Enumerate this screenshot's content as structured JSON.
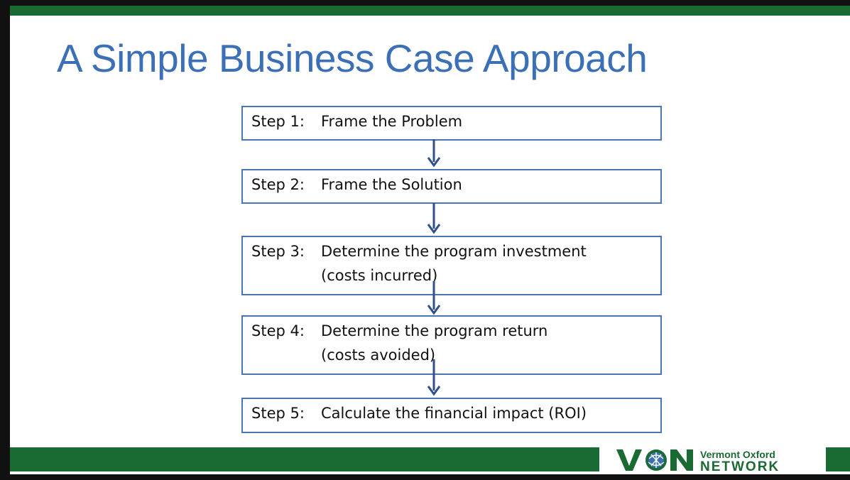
{
  "slide": {
    "title": "A Simple Business Case Approach"
  },
  "steps": [
    {
      "num": "Step 1:",
      "lines": [
        "Frame the Problem"
      ]
    },
    {
      "num": "Step 2:",
      "lines": [
        "Frame the Solution"
      ]
    },
    {
      "num": "Step 3:",
      "lines": [
        "Determine the program investment",
        "(costs incurred)"
      ]
    },
    {
      "num": "Step 4:",
      "lines": [
        "Determine the program return",
        "(costs avoided)"
      ]
    },
    {
      "num": "Step 5:",
      "lines": [
        "Calculate the financial impact (ROI)"
      ]
    }
  ],
  "logo": {
    "mark": "VON",
    "top_line": "Vermont Oxford",
    "bottom_line": "NETWORK"
  },
  "colors": {
    "title_blue": "#3b6fb6",
    "box_border": "#4a76b6",
    "arrow": "#2f4f8f",
    "brand_green": "#1a6a33",
    "frame": "#111111"
  }
}
